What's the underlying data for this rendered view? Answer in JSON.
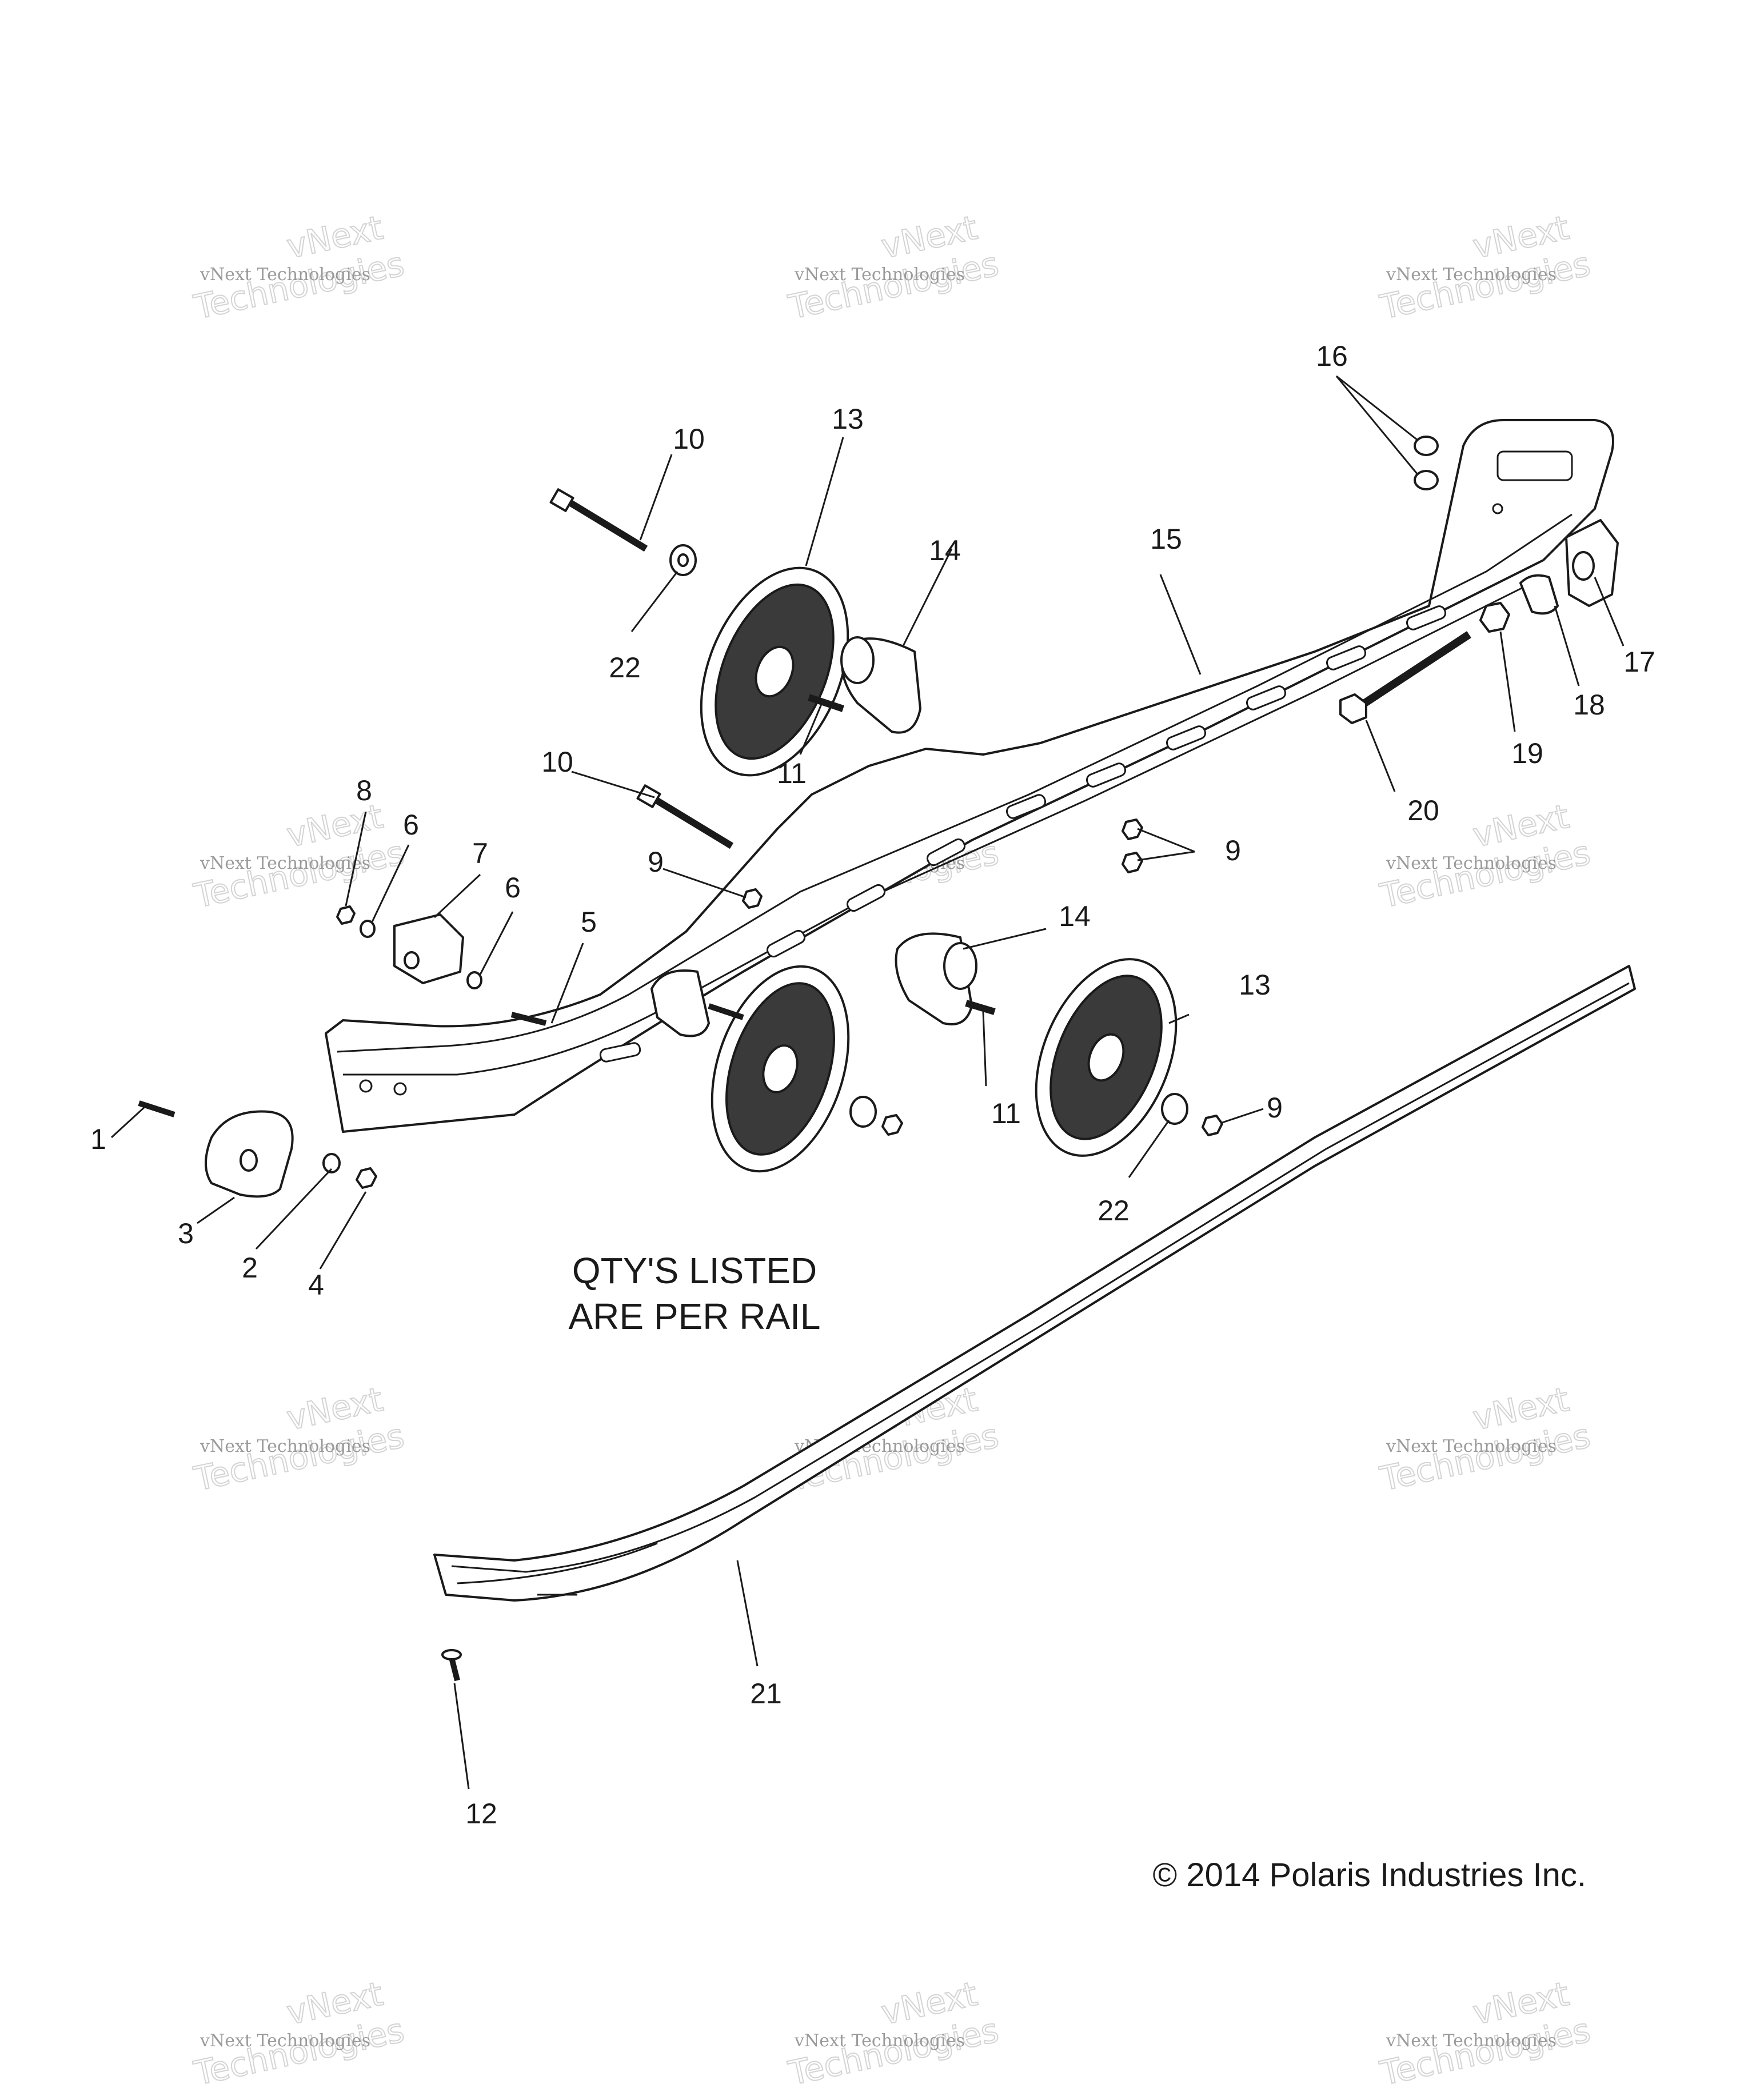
{
  "diagram": {
    "note_lines": [
      "QTY'S LISTED",
      "ARE PER RAIL"
    ],
    "copyright": "© 2014 Polaris Industries Inc.",
    "watermark": {
      "line1": "vNext Technologies",
      "line2": "vNext",
      "line3": "Technologies"
    },
    "callouts": [
      {
        "label": "1"
      },
      {
        "label": "2"
      },
      {
        "label": "3"
      },
      {
        "label": "4"
      },
      {
        "label": "5"
      },
      {
        "label": "6"
      },
      {
        "label": "6"
      },
      {
        "label": "7"
      },
      {
        "label": "8"
      },
      {
        "label": "9"
      },
      {
        "label": "9"
      },
      {
        "label": "9"
      },
      {
        "label": "10"
      },
      {
        "label": "10"
      },
      {
        "label": "11"
      },
      {
        "label": "11"
      },
      {
        "label": "12"
      },
      {
        "label": "13"
      },
      {
        "label": "13"
      },
      {
        "label": "14"
      },
      {
        "label": "14"
      },
      {
        "label": "15"
      },
      {
        "label": "16"
      },
      {
        "label": "17"
      },
      {
        "label": "18"
      },
      {
        "label": "19"
      },
      {
        "label": "20"
      },
      {
        "label": "21"
      },
      {
        "label": "22"
      },
      {
        "label": "22"
      }
    ]
  }
}
